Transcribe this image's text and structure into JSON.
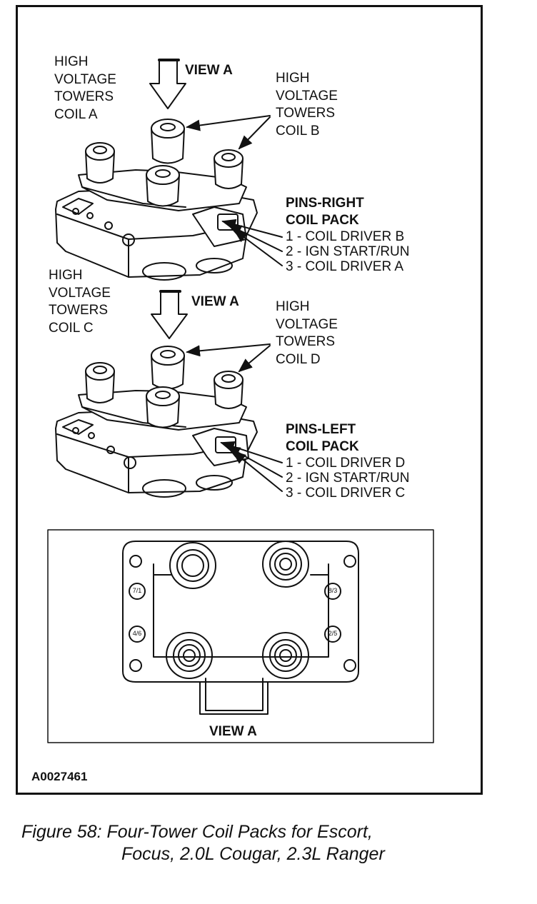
{
  "top": {
    "label_coil_a": [
      "HIGH",
      "VOLTAGE",
      "TOWERS",
      "COIL A"
    ],
    "label_coil_b": [
      "HIGH",
      "VOLTAGE",
      "TOWERS",
      "COIL B"
    ],
    "view": "VIEW A",
    "pins_heading": [
      "PINS-RIGHT",
      "COIL PACK"
    ],
    "pins": [
      "1 - COIL DRIVER B",
      "2 - IGN START/RUN",
      "3 - COIL DRIVER A"
    ]
  },
  "bottom": {
    "label_coil_c": [
      "HIGH",
      "VOLTAGE",
      "TOWERS",
      "COIL C"
    ],
    "label_coil_d": [
      "HIGH",
      "VOLTAGE",
      "TOWERS",
      "COIL D"
    ],
    "view": "VIEW A",
    "pins_heading": [
      "PINS-LEFT",
      "COIL PACK"
    ],
    "pins": [
      "1 - COIL DRIVER D",
      "2 - IGN START/RUN",
      "3 - COIL DRIVER C"
    ]
  },
  "view_a_panel": {
    "cavity_labels": [
      "7/1",
      "4/6",
      "8/3",
      "2/5"
    ],
    "caption": "VIEW A"
  },
  "figure_id": "A0027461",
  "caption": [
    "Figure 58: Four-Tower Coil Packs for Escort,",
    "Focus, 2.0L Cougar, 2.3L Ranger"
  ]
}
